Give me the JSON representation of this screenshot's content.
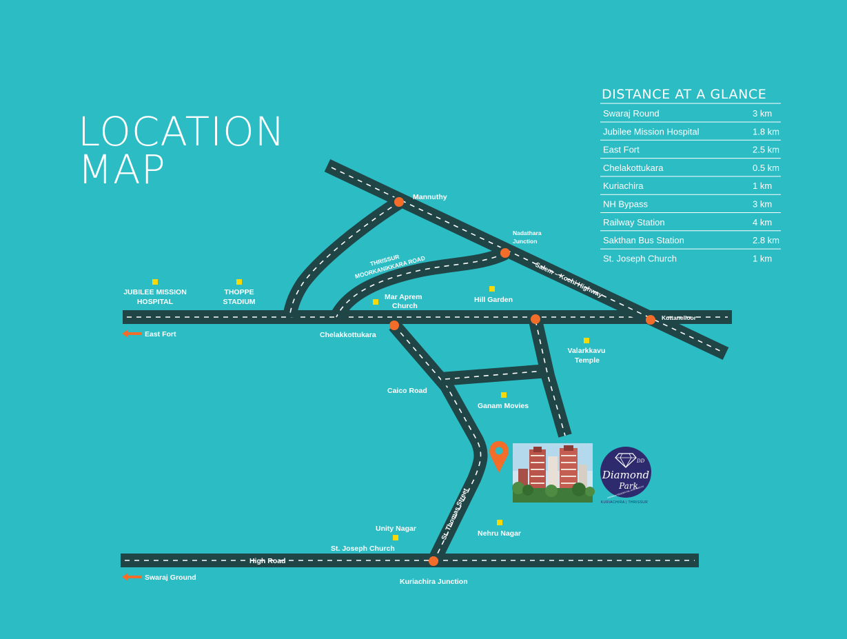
{
  "title": {
    "line1": "LOCATION",
    "line2": "MAP"
  },
  "distance": {
    "heading": "DISTANCE AT A GLANCE",
    "rows": [
      {
        "place": "Swaraj Round",
        "km": "3 km"
      },
      {
        "place": "Jubilee Mission Hospital",
        "km": "1.8 km"
      },
      {
        "place": "East Fort",
        "km": "2.5 km"
      },
      {
        "place": "Chelakottukara",
        "km": "0.5 km"
      },
      {
        "place": "Kuriachira",
        "km": "1 km"
      },
      {
        "place": "NH Bypass",
        "km": "3 km"
      },
      {
        "place": "Railway Station",
        "km": "4 km"
      },
      {
        "place": "Sakthan Bus Station",
        "km": "2.8 km"
      },
      {
        "place": "St. Joseph Church",
        "km": "1 km"
      }
    ]
  },
  "junctions": {
    "mannuthy": "Mannuthy",
    "nadathara_1": "Nadathara",
    "nadathara_2": "Junction",
    "kuttanelloor": "Kuttanelloor",
    "chelakkottukara": "Chelakkottukara",
    "kuriachira": "Kuriachira Junction"
  },
  "roads": {
    "salem": "Salem – Kochi Highway",
    "moorkanikkara_1": "THRISSUR",
    "moorkanikkara_2": "MOORKANIKKARA ROAD",
    "caico": "Caico  Road",
    "st_thomas": "St. Thomas Street",
    "high_road": "High Road"
  },
  "landmarks": {
    "jubilee_1": "JUBILEE MISSION",
    "jubilee_2": "HOSPITAL",
    "thoppe_1": "THOPPE",
    "thoppe_2": "STADIUM",
    "mar_aprem_1": "Mar Aprem",
    "mar_aprem_2": "Church",
    "hill_garden": "Hill Garden",
    "valarkkavu_1": "Valarkkavu",
    "valarkkavu_2": "Temple",
    "ganam": "Ganam Movies",
    "unity": "Unity Nagar",
    "nehru": "Nehru Nagar",
    "st_joseph": "St. Joseph Church"
  },
  "directions": {
    "east_fort": "East Fort",
    "swaraj": "Swaraj Ground"
  },
  "brand": {
    "monogram": "DD",
    "name_1": "Diamond",
    "name_2": "Park",
    "tagline": "PREMIUM RESIDENTIAL APARTMENTS",
    "location": "KURIACHIRA | THRISSUR"
  },
  "colors": {
    "background": "#2bbcc4",
    "road": "#1f4547",
    "junction": "#f26d2a",
    "landmark": "#f5d90a",
    "brand": "#2d2a6e"
  },
  "icons": [
    "location-pin-icon",
    "arrow-left-icon",
    "diamond-icon"
  ]
}
